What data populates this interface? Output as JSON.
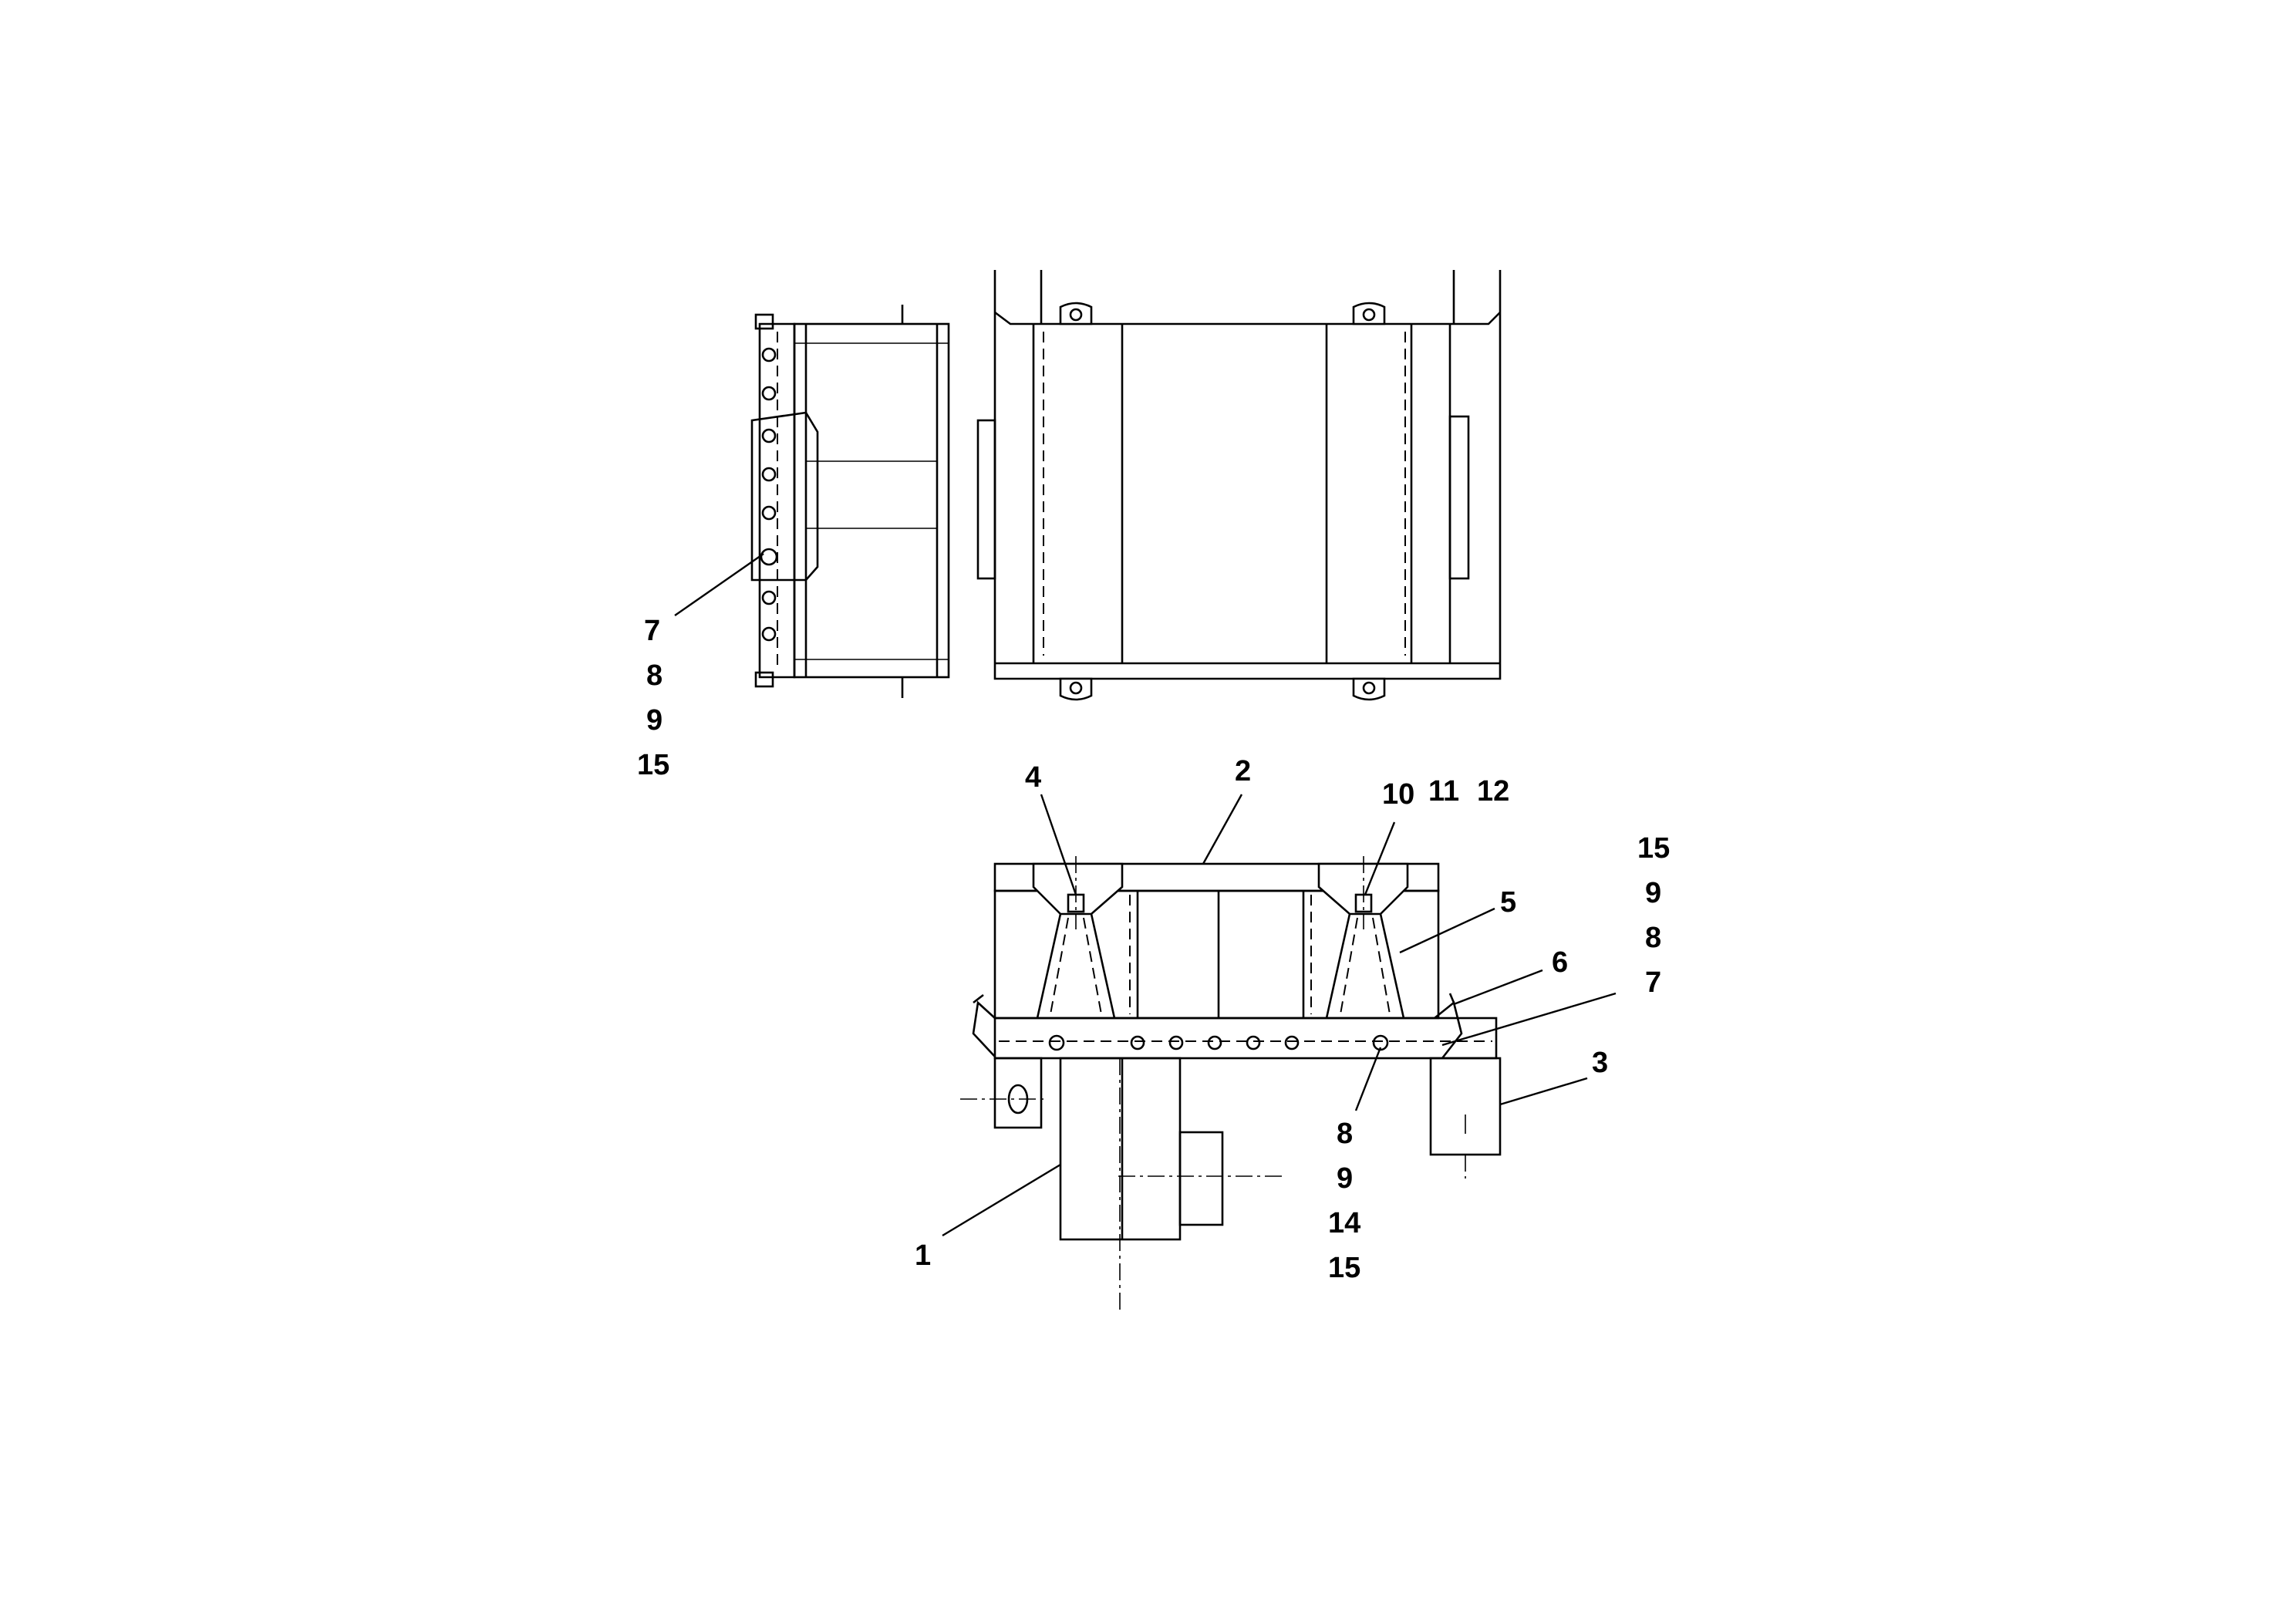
{
  "callouts": {
    "side_view": [
      "7",
      "8",
      "9",
      "15"
    ],
    "bottom_left": "1",
    "top_beam": "2",
    "right_foot": "3",
    "left_bracket": "4",
    "right_bracket": "5",
    "right_handle": "6",
    "right_stack": [
      "15",
      "9",
      "8",
      "7"
    ],
    "center_stack": [
      "8",
      "9",
      "14",
      "15"
    ],
    "bolt_group": [
      "10",
      "11",
      "12"
    ]
  }
}
